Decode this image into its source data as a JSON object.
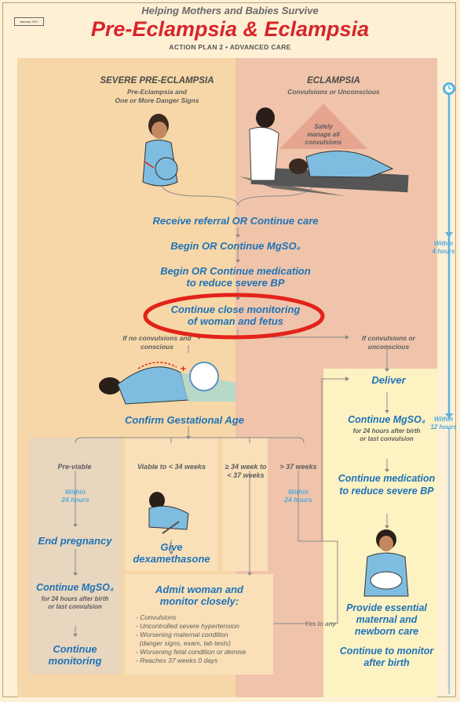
{
  "date_box": "January 2017",
  "header": {
    "subtitle": "Helping Mothers and Babies Survive",
    "title": "Pre-Eclampsia & Eclampsia",
    "action_plan": "ACTION PLAN 2 • ADVANCED CARE"
  },
  "severe": {
    "title": "SEVERE PRE-ECLAMPSIA",
    "sub1": "Pre-Eclampsia and",
    "sub2": "One or More Danger Signs"
  },
  "eclampsia": {
    "title": "ECLAMPSIA",
    "sub": "Convulsions or Unconscious",
    "triangle1": "Safely",
    "triangle2": "manage all",
    "triangle3": "convulsions"
  },
  "steps": {
    "referral": "Receive referral OR Continue care",
    "mgso4": "Begin OR Continue MgSO₄",
    "bp1": "Begin OR Continue medication",
    "bp2": "to reduce severe BP",
    "mon1": "Continue close monitoring",
    "mon2": "of woman and fetus"
  },
  "branch": {
    "left1": "If no convulsions and",
    "left2": "conscious",
    "right1": "If convulsions or",
    "right2": "unconscious"
  },
  "confirm": "Confirm Gestational Age",
  "deliver": "Deliver",
  "right_col": {
    "cont_mg": "Continue MgSO₄",
    "cont_mg_s1": "for 24 hours after birth",
    "cont_mg_s2": "or last convulsion",
    "med1": "Continue medication",
    "med2": "to reduce severe BP",
    "ess1": "Provide essential",
    "ess2": "maternal and",
    "ess3": "newborn care",
    "mon1": "Continue to monitor",
    "mon2": "after birth"
  },
  "timeline": {
    "w4a": "Within",
    "w4b": "4 hours",
    "w12a": "Within",
    "w12b": "12 hours"
  },
  "ages": {
    "pre": "Pre-viable",
    "viable": "Viable to < 34 weeks",
    "g34a": "≥ 34 week to",
    "g34b": "< 37 weeks",
    "g37": "> 37 weeks"
  },
  "within24": {
    "a": "Within",
    "b": "24 hours"
  },
  "left_col": {
    "end": "End pregnancy",
    "cont_mg": "Continue MgSO₄",
    "cont_mg_s1": "for 24 hours after birth",
    "cont_mg_s2": "or last convulsion",
    "cont1": "Continue",
    "cont2": "monitoring"
  },
  "give": {
    "a": "Give",
    "b": "dexamethasone"
  },
  "admit": {
    "a": "Admit woman and",
    "b": "monitor closely:",
    "items": [
      "- Convulsions",
      "- Uncontrolled severe hypertension",
      "- Worsening maternal condition",
      "  (danger signs, exam, lab tests)",
      "- Worsening fetal condition or demise",
      "- Reaches 37 weeks 0 days"
    ]
  },
  "yes_any": "Yes to any",
  "colors": {
    "title_red": "#d6262b",
    "blue": "#1e73b8",
    "light_blue": "#4faadf",
    "timeline": "#58b2e3"
  }
}
